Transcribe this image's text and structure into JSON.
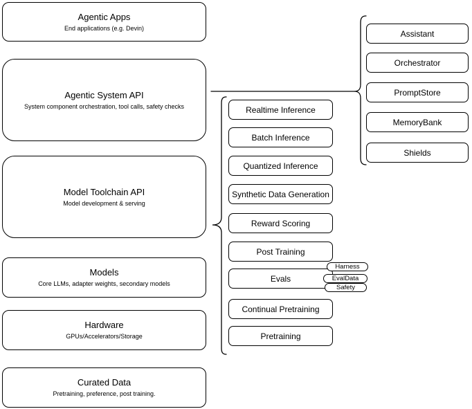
{
  "layers": [
    {
      "title": "Agentic Apps",
      "subtitle": "End applications (e.g. Devin)"
    },
    {
      "title": "Agentic System API",
      "subtitle": "System component orchestration, tool calls, safety checks"
    },
    {
      "title": "Model Toolchain API",
      "subtitle": "Model development & serving"
    },
    {
      "title": "Models",
      "subtitle": "Core LLMs, adapter weights, secondary models"
    },
    {
      "title": "Hardware",
      "subtitle": "GPUs/Accelerators/Storage"
    },
    {
      "title": "Curated Data",
      "subtitle": "Pretraining, preference, post training."
    }
  ],
  "toolchain_boxes": [
    "Realtime Inference",
    "Batch Inference",
    "Quantized Inference",
    "Synthetic Data Generation",
    "Reward Scoring",
    "Post Training",
    "Evals",
    "Continual Pretraining",
    "Pretraining"
  ],
  "evals_tags": [
    "Harness",
    "EvalData",
    "Safety"
  ],
  "system_boxes": [
    "Assistant",
    "Orchestrator",
    "PromptStore",
    "MemoryBank",
    "Shields"
  ],
  "colors": {
    "stroke": "#000000",
    "background": "#ffffff",
    "box_fill": "#ffffff"
  }
}
